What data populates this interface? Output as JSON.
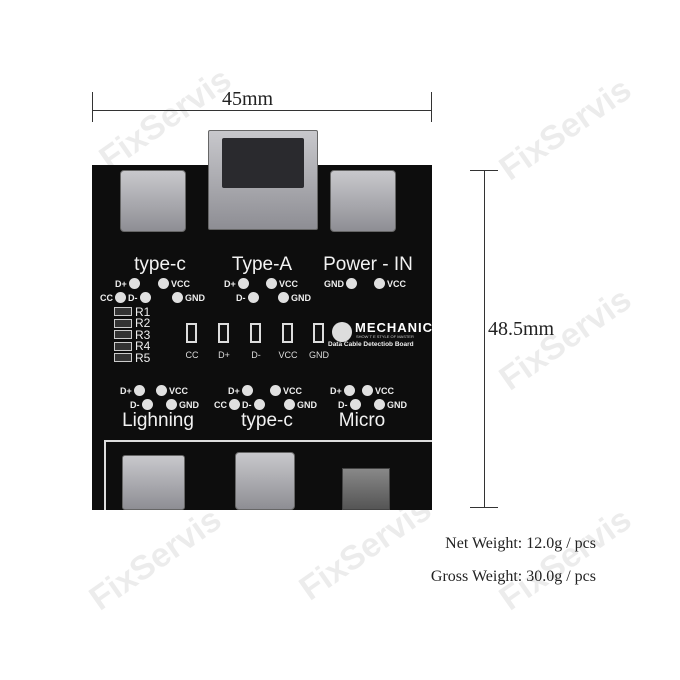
{
  "watermark": "FixServis",
  "dimensions": {
    "width": "45mm",
    "height": "48.5mm"
  },
  "board": {
    "brand": "MECHANIC",
    "brand_tagline": "SHOW T E STYLE OF MASTER",
    "board_name": "Data Cable Detectiob Board",
    "top_labels": [
      "type-c",
      "Type-A",
      "Power - IN"
    ],
    "bottom_labels": [
      "Lighning",
      "type-c",
      "Micro"
    ],
    "resistors": [
      "R1",
      "R2",
      "R3",
      "R4",
      "R5"
    ],
    "leds": [
      "CC",
      "D+",
      "D-",
      "VCC",
      "GND"
    ],
    "pins": {
      "dplus": "D+",
      "dminus": "D-",
      "vcc": "VCC",
      "gnd": "GND",
      "cc": "CC"
    }
  },
  "specs": {
    "net_weight": "Net Weight: 12.0g / pcs",
    "gross_weight": "Gross Weight: 30.0g / pcs"
  }
}
